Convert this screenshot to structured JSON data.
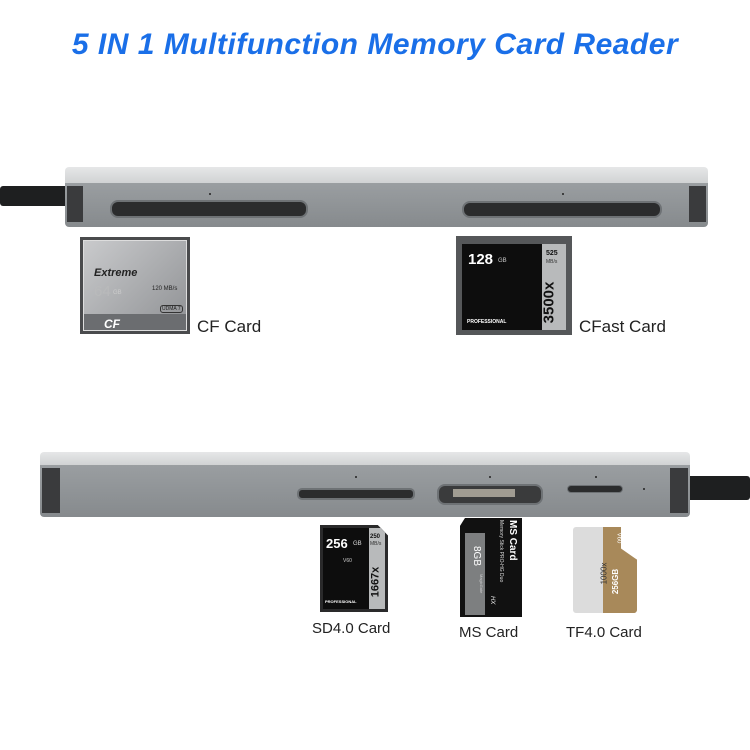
{
  "title": "5 IN 1 Multifunction Memory Card Reader",
  "title_color": "#1a6fe8",
  "cards": {
    "cf": {
      "label": "CF Card",
      "brand": "Extreme",
      "capacity": "64",
      "unit": "GB",
      "speed": "120 MB/s",
      "udma": "UDMA 7",
      "type": "CF"
    },
    "cfast": {
      "label": "CFast Card",
      "capacity": "128",
      "unit": "GB",
      "speed": "525",
      "speed_unit": "MB/s",
      "rating": "3500x",
      "line": "PROFESSIONAL"
    },
    "sd": {
      "label": "SD4.0 Card",
      "capacity": "256",
      "unit": "GB",
      "speed": "250",
      "speed_unit": "MB/s",
      "rating": "1667x",
      "class": "V60",
      "line": "PROFESSIONAL"
    },
    "ms": {
      "label": "MS Card",
      "title": "MS Card",
      "subtitle": "Memory Stick PRO-HG Duo",
      "capacity": "8GB",
      "hx": "HX",
      "brand": "MagicGate"
    },
    "tf": {
      "label": "TF4.0 Card",
      "rating": "1000x",
      "capacity": "256GB",
      "class": "V60"
    }
  }
}
